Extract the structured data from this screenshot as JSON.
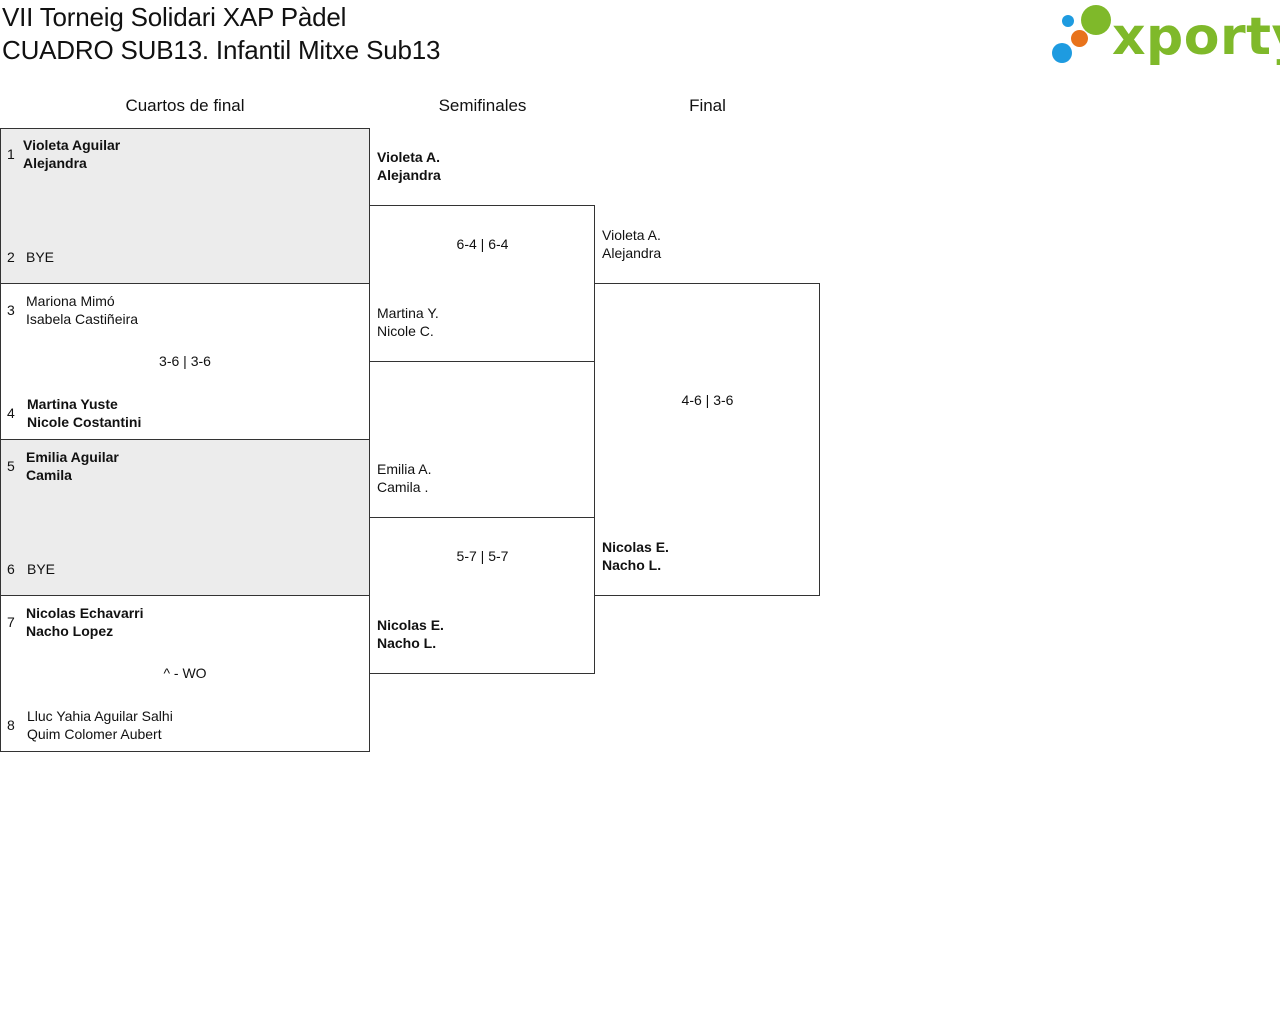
{
  "header": {
    "title": "VII Torneig Solidari XAP Pàdel",
    "subtitle": "CUADRO SUB13. Infantil Mitxe Sub13",
    "logo_text": "xporty",
    "logo_colors": [
      "#1e9be0",
      "#e8731b",
      "#7fb92a"
    ]
  },
  "rounds": [
    "Cuartos de final",
    "Semifinales",
    "Final"
  ],
  "quarterfinals": [
    {
      "top": {
        "seed": "1",
        "players": [
          "Violeta Aguilar",
          "Alejandra"
        ],
        "winner": true
      },
      "bottom": {
        "seed": "2",
        "players": [
          "BYE"
        ],
        "winner": false
      },
      "score": ""
    },
    {
      "top": {
        "seed": "3",
        "players": [
          "Mariona Mimó",
          "Isabela Castiñeira"
        ],
        "winner": false
      },
      "bottom": {
        "seed": "4",
        "players": [
          "Martina Yuste",
          "Nicole Costantini"
        ],
        "winner": true
      },
      "score": "3-6 | 3-6"
    },
    {
      "top": {
        "seed": "5",
        "players": [
          "Emilia Aguilar",
          "Camila"
        ],
        "winner": true
      },
      "bottom": {
        "seed": "6",
        "players": [
          "BYE"
        ],
        "winner": false
      },
      "score": ""
    },
    {
      "top": {
        "seed": "7",
        "players": [
          "Nicolas Echavarri",
          "Nacho Lopez"
        ],
        "winner": true
      },
      "bottom": {
        "seed": "8",
        "players": [
          "Lluc Yahia Aguilar Salhi",
          "Quim Colomer Aubert"
        ],
        "winner": false
      },
      "score": "^ - WO"
    }
  ],
  "semifinals": [
    {
      "top": {
        "players": [
          "Violeta A.",
          "Alejandra"
        ],
        "winner": true
      },
      "bottom": {
        "players": [
          "Martina Y.",
          "Nicole C."
        ],
        "winner": false
      },
      "score": "6-4 | 6-4"
    },
    {
      "top": {
        "players": [
          "Emilia A.",
          "Camila ."
        ],
        "winner": false
      },
      "bottom": {
        "players": [
          "Nicolas E.",
          "Nacho L."
        ],
        "winner": true
      },
      "score": "5-7 | 5-7"
    }
  ],
  "final": {
    "top": {
      "players": [
        "Violeta A.",
        "Alejandra"
      ],
      "winner": false
    },
    "bottom": {
      "players": [
        "Nicolas E.",
        "Nacho L."
      ],
      "winner": true
    },
    "score": "4-6 | 3-6"
  }
}
